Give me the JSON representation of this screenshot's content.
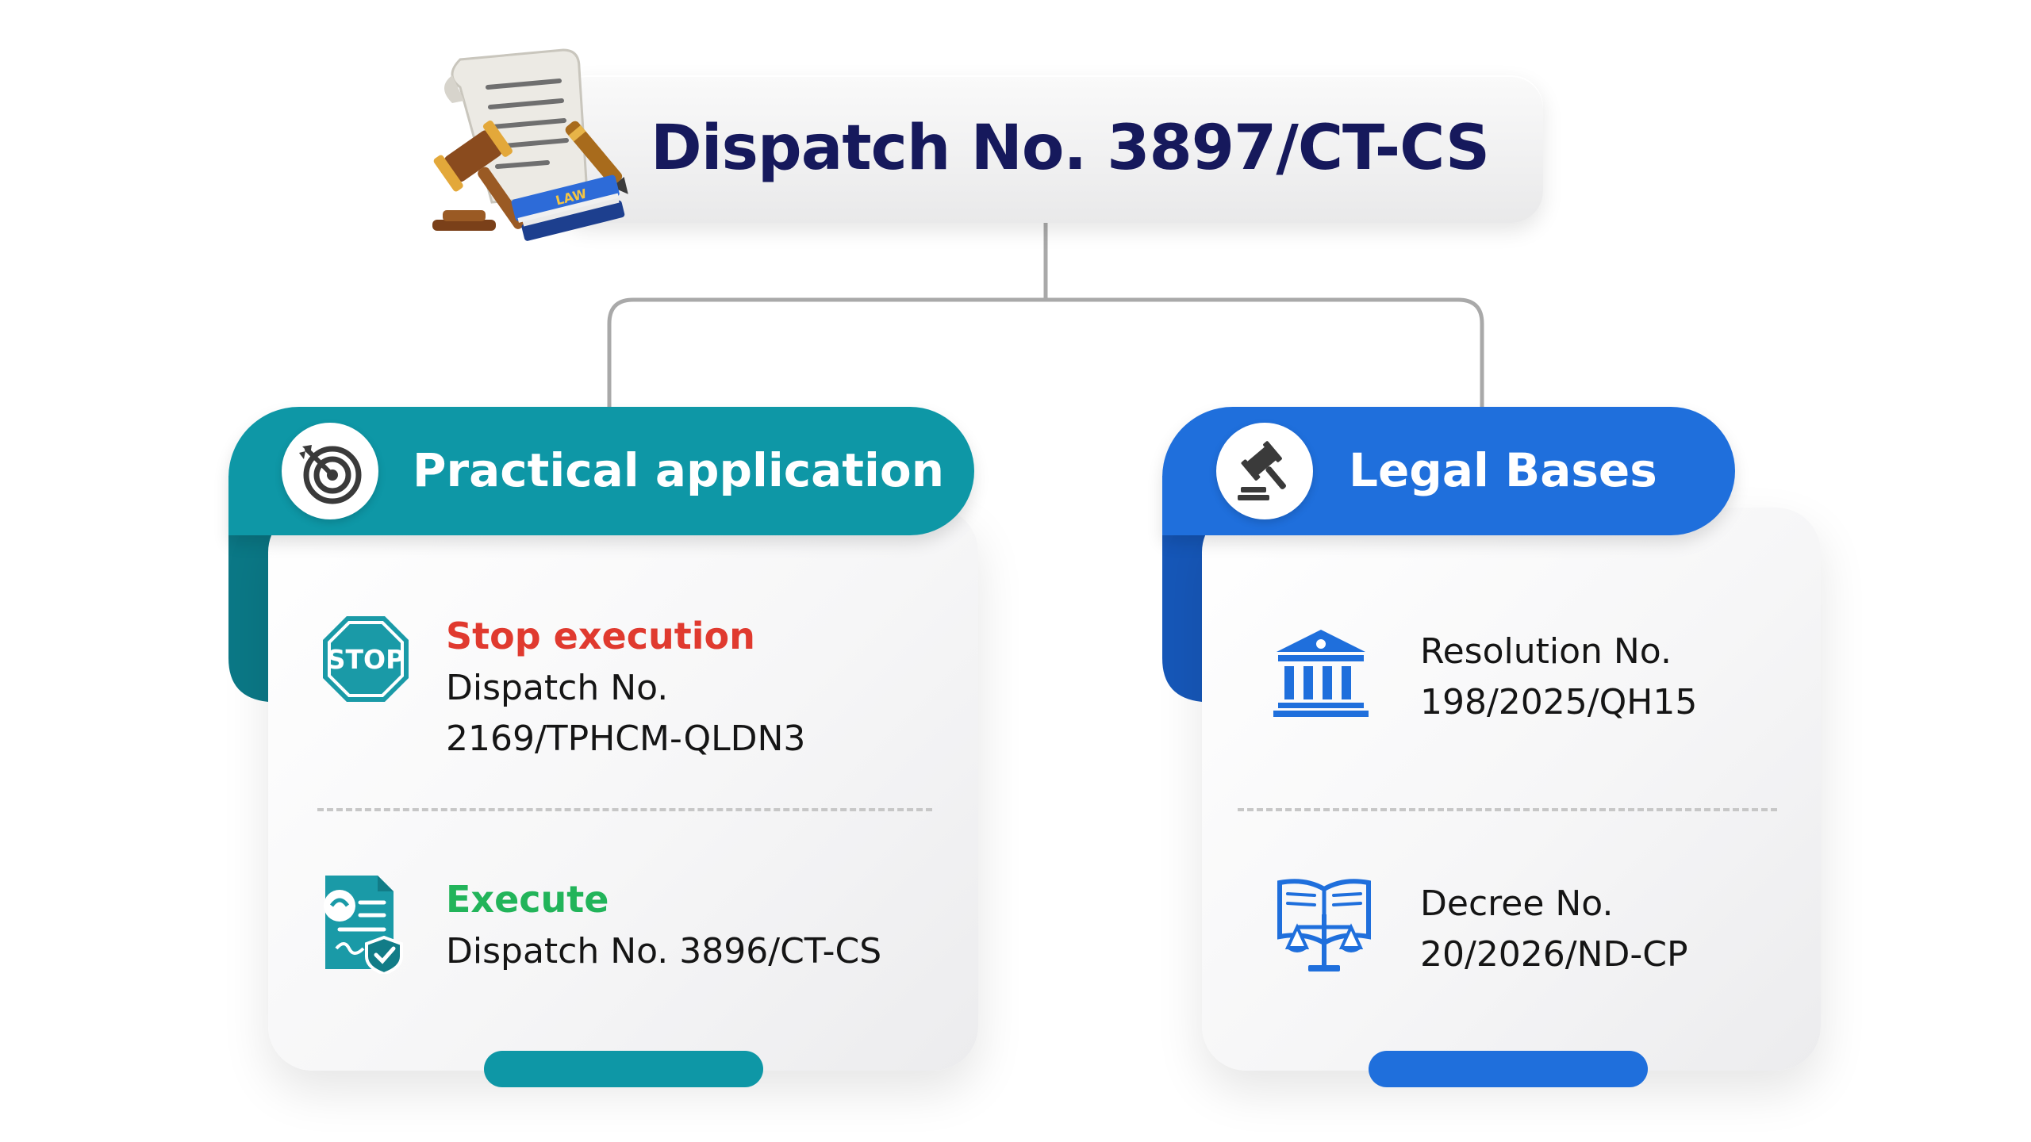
{
  "header": {
    "title": "Dispatch No. 3897/CT-CS",
    "law_book_text": "LAW"
  },
  "colors": {
    "title_text": "#16195c",
    "teal": "#0e97a6",
    "blue": "#1f6fdc",
    "stop_red": "#e03a2f",
    "execute_green": "#22b45a"
  },
  "left_panel": {
    "title": "Practical application",
    "icon": "target-icon",
    "items": [
      {
        "label": "Stop execution",
        "lines": [
          "Dispatch No.",
          "2169/TPHCM-QLDN3"
        ],
        "icon": "stop-sign-icon",
        "icon_text": "STOP"
      },
      {
        "label": "Execute",
        "lines": [
          "Dispatch No. 3896/CT-CS"
        ],
        "icon": "document-check-icon"
      }
    ]
  },
  "right_panel": {
    "title": "Legal Bases",
    "icon": "gavel-icon",
    "items": [
      {
        "lines": [
          "Resolution No.",
          "198/2025/QH15"
        ],
        "icon": "government-building-icon"
      },
      {
        "lines": [
          "Decree No.",
          "20/2026/ND-CP"
        ],
        "icon": "law-book-scales-icon"
      }
    ]
  }
}
